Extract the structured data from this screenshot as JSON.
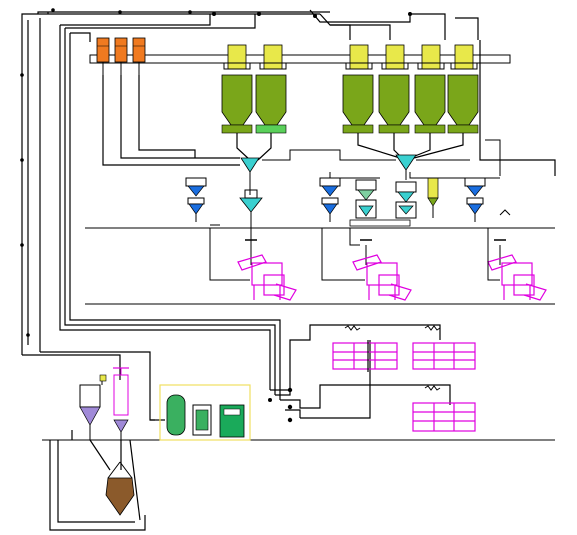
{
  "diagram": {
    "type": "pneumatic conveying plant schematic",
    "colors": {
      "background": "#ffffff",
      "line": "#000000",
      "silo_green": "#7aa61a",
      "silo_top_yellow": "#e8e84a",
      "filter_orange": "#f07a20",
      "hopper_cyan": "#3ad0d0",
      "hopper_blue": "#1a6ee0",
      "machine_magenta": "#e000e0",
      "enclosure_yellow": "#f0e060",
      "equipment_green": "#1aaa5a",
      "tank_green": "#3ab060"
    },
    "components": {
      "filters": 3,
      "silos_left_pair": 2,
      "silos_right_group": 4,
      "weighing_hoppers": 3,
      "dosing_units": 5,
      "extruders": 3,
      "storage_racks": 9
    },
    "icons": [
      "filter-unit-icon",
      "silo-icon",
      "hopper-icon",
      "extruder-icon",
      "vacuum-pump-icon",
      "cone-dryer-icon",
      "compressor-icon",
      "tank-icon"
    ]
  }
}
